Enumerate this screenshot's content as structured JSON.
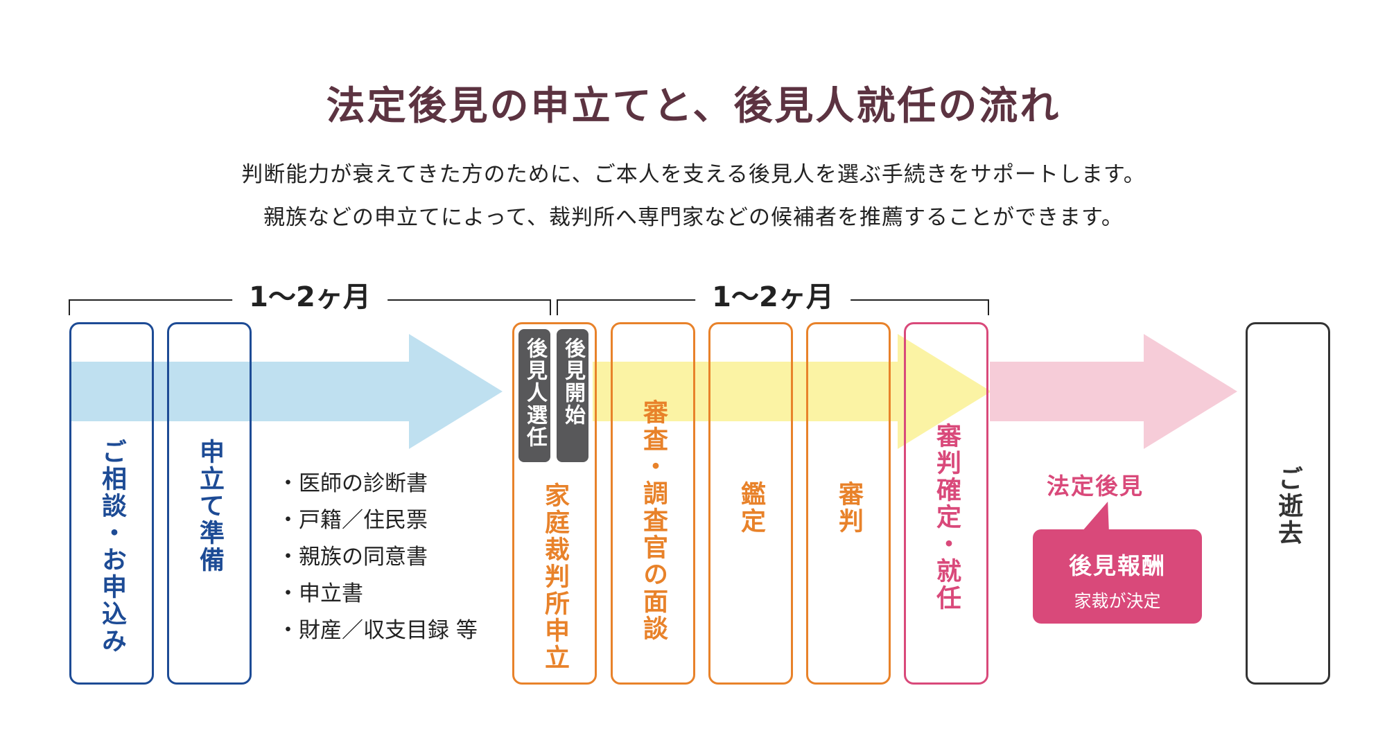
{
  "title": "法定後見の申立てと、後見人就任の流れ",
  "subtitle": {
    "line1": "判断能力が衰えてきた方のために、ご本人を支える後見人を選ぶ手続きをサポートします。",
    "line2": "親族などの申立てによって、裁判所へ専門家などの候補者を推薦することができます。"
  },
  "periods": [
    "1～2ヶ月",
    "1～2ヶ月"
  ],
  "steps": {
    "consult": "ご相談・お申込み",
    "prepare": "申立て準備",
    "court_filing": "家庭裁判所申立",
    "interview": "審査・調査官の面談",
    "appraisal": "鑑定",
    "judgment": "審判",
    "appointment": "審判確定・就任",
    "death": "ご逝去"
  },
  "tags": {
    "selection": "後見人選任",
    "start": "後見開始"
  },
  "documents": [
    "・医師の診断書",
    "・戸籍／住民票",
    "・親族の同意書",
    "・申立書",
    "・財産／収支目録 等"
  ],
  "legal_guardian": "法定後見",
  "reward": {
    "title": "後見報酬",
    "note": "家裁が決定"
  },
  "colors": {
    "title": "#5c3341",
    "blue": "#1d4b95",
    "orange": "#e8822a",
    "pink": "#d9497a",
    "arrow_blue": "#bfe0f0",
    "arrow_yellow": "#fbf3a4",
    "arrow_pink": "#f6ccd8"
  }
}
